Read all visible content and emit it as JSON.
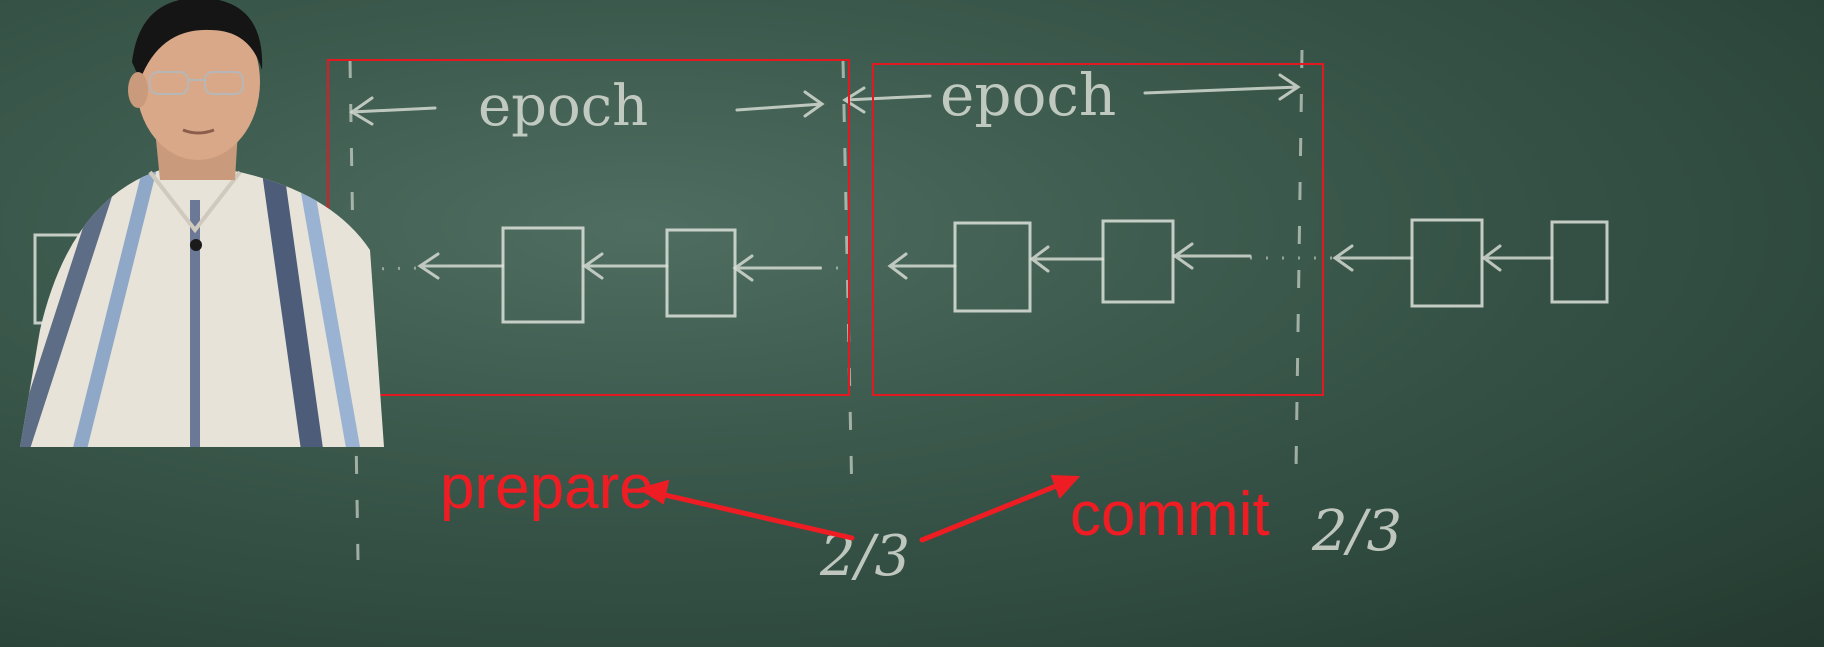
{
  "scene": {
    "description": "",
    "colors": {
      "board": "#3c5a4d",
      "chalk": "#d7dcd4",
      "annotation_red": "#ee1d24"
    }
  },
  "chalk_labels": {
    "epoch_left": "epoch",
    "epoch_right": "epoch",
    "fraction_center": "2/3",
    "fraction_right": "2/3"
  },
  "annotations": {
    "prepare": "prepare",
    "commit": "commit"
  }
}
